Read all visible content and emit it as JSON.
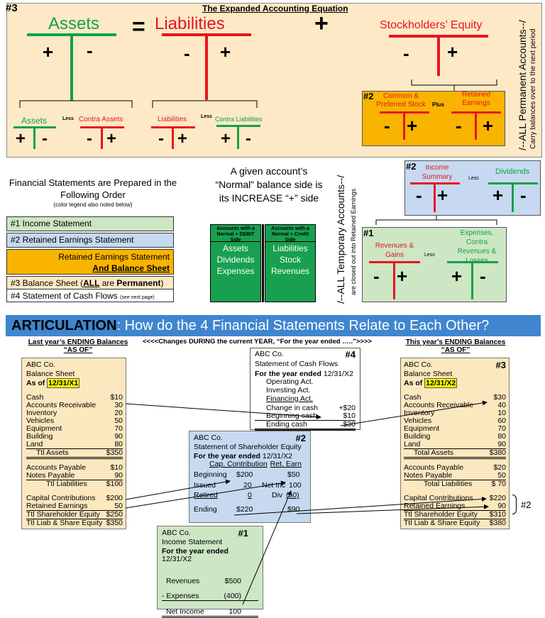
{
  "top": {
    "section_num": "#3",
    "title": "The Expanded Accounting Equation",
    "assets": "Assets",
    "equals": "=",
    "liabilities": "Liabilities",
    "plus": "+",
    "equity": "Stockholders’ Equity",
    "plus_sign": "+",
    "minus_sign": "-",
    "sub_assets": "Assets",
    "less": "Less",
    "sub_contra_assets": "Contra Assets",
    "sub_liabilities": "Liabilities",
    "sub_contra_liabilities": "Contra Liabilities",
    "equity_box_num": "#2",
    "common_stock": "Common & Preferred Stock",
    "equity_plus": "Plus",
    "retained": "Retained Earnings",
    "permanent_main": "/--ALL Permanent Accounts--/",
    "permanent_sub": "Carry balances over to the next period"
  },
  "temp": {
    "main": "/--ALL Temporary Accounts--/",
    "sub": "are closed out into Retained Earnings",
    "box2_num": "#2",
    "income_summary": "Income Summary",
    "less": "Less",
    "dividends": "Dividends",
    "box1_num": "#1",
    "revenues": "Revenues & Gains",
    "less2": "Less",
    "expenses": "Expenses, Contra Revenues & Losses"
  },
  "order": {
    "heading": "Financial Statements are Prepared in the Following Order",
    "subheading": "(color legend also noted below)",
    "items": [
      "#1 Income Statement",
      "#2 Retained Earnings Statement",
      "Retained Earnings Statement",
      "And Balance Sheet",
      "#3 Balance Sheet (",
      "ALL",
      " are ",
      "Permanent",
      ")",
      "#4 Statement of Cash Flows",
      "(see next page)"
    ]
  },
  "normal": {
    "heading": "A given account’s “Normal” balance side is its INCREASE “+” side",
    "debit_hdr": "Accounts with a Normal + DEBIT Side",
    "debit_items": [
      "Assets",
      "Dividends",
      "Expenses"
    ],
    "credit_hdr": "Accounts with a Normal + Credit Side",
    "credit_items": [
      "Liabilities",
      "Stock",
      "Revenues"
    ]
  },
  "artic": {
    "word": "ARTICULATION",
    "rest": ":  How do the 4 Financial Statements Relate to Each Other?"
  },
  "labels": {
    "last_year": "Last year’s ENDING Balances",
    "as_of": "“AS OF”",
    "changes": "<<<<Changes DURING the current YEAR, “For the year ended …..”>>>>",
    "this_year": "This year’s ENDING Balances",
    "as_of2": "“AS OF”",
    "bracket_num": "#2"
  },
  "bs_last": {
    "company": "ABC Co.",
    "title": "Balance Sheet",
    "as_of": "As of",
    "date": "12/31/X1",
    "assets": [
      [
        "Cash",
        "$10"
      ],
      [
        "Accounts Receivable",
        "30"
      ],
      [
        "Inventory",
        "20"
      ],
      [
        "Vehicles",
        "50"
      ],
      [
        "Equipment",
        "70"
      ],
      [
        "Building",
        "90"
      ],
      [
        "Land",
        "80"
      ]
    ],
    "total_assets": [
      "Ttl Assets",
      "$350"
    ],
    "liab": [
      [
        "Accounts Payable",
        "$10"
      ],
      [
        "Notes Payable",
        "90"
      ]
    ],
    "total_liab": [
      "Ttl Liabilities",
      "$100"
    ],
    "equity": [
      [
        "Capital Contributions",
        "$200"
      ],
      [
        "Retained Earnings",
        "50"
      ]
    ],
    "total_eq": [
      "Ttl Shareholder Equity",
      "$250"
    ],
    "total_le": [
      "Ttl Liab & Share Equity",
      "$350"
    ]
  },
  "bs_this": {
    "company": "ABC Co.",
    "num": "#3",
    "title": "Balance Sheet",
    "as_of": "As of",
    "date": "12/31/X2",
    "assets": [
      [
        "Cash",
        "$30"
      ],
      [
        "Accounts Receivable",
        "40"
      ],
      [
        "Inventory",
        "10"
      ],
      [
        "Vehicles",
        "60"
      ],
      [
        "Equipment",
        "70"
      ],
      [
        "Building",
        "80"
      ],
      [
        "Land",
        "90"
      ]
    ],
    "total_assets": [
      "Total Assets",
      "$380"
    ],
    "liab": [
      [
        "Accounts Payable",
        "$20"
      ],
      [
        "Notes Payable",
        "50"
      ]
    ],
    "total_liab": [
      "Total Liabilities",
      "$ 70"
    ],
    "equity": [
      [
        "Capital Contributions",
        "$220"
      ],
      [
        "Retained Earnings",
        "90"
      ]
    ],
    "total_eq": [
      "Ttl Shareholder Equity",
      "$310"
    ],
    "total_le": [
      "Ttl Liab & Share Equity",
      "$380"
    ]
  },
  "cf": {
    "company": "ABC Co.",
    "num": "#4",
    "title": "Statement of Cash Flows",
    "period": "For the year ended",
    "date": "12/31/X2",
    "lines": [
      "Operating Act.",
      "Investing Act.",
      "Financing Act."
    ],
    "change": [
      "Change in cash",
      "+$20"
    ],
    "begin": [
      "Beginning cash",
      "$10"
    ],
    "end": [
      "Ending cash",
      "$30"
    ]
  },
  "se": {
    "company": "ABC Co.",
    "num": "#2",
    "title": "Statement of Shareholder Equity",
    "period": "For the year ended",
    "date": "12/31/X2",
    "col1": "Cap. Contribution",
    "col2": "Ret. Earn",
    "beg": [
      "Beginning",
      "$200",
      "$50"
    ],
    "issued": [
      "Issued",
      "20"
    ],
    "netinc": [
      "Net Inc",
      "100"
    ],
    "retired": [
      "Retired",
      "0"
    ],
    "div": [
      "Div",
      "(60)"
    ],
    "end": [
      "Ending",
      "$220",
      "$90"
    ]
  },
  "is": {
    "company": "ABC Co.",
    "num": "#1",
    "title": "Income Statement",
    "period": "For the year ended",
    "date": "12/31/X2",
    "rev": [
      "Revenues",
      "$500"
    ],
    "exp": [
      "- Expenses",
      "(400)"
    ],
    "ni": [
      "Net Income",
      "100"
    ]
  },
  "colors": {
    "green": "#14a04a",
    "red": "#e8141e",
    "peach": "#fde9c6",
    "tan": "#fbe8bf",
    "orange": "#f9b400",
    "blue": "#c6d9f1",
    "lgreen": "#cde6c4",
    "dgreen": "#18a050",
    "banner": "#3f86cf"
  }
}
